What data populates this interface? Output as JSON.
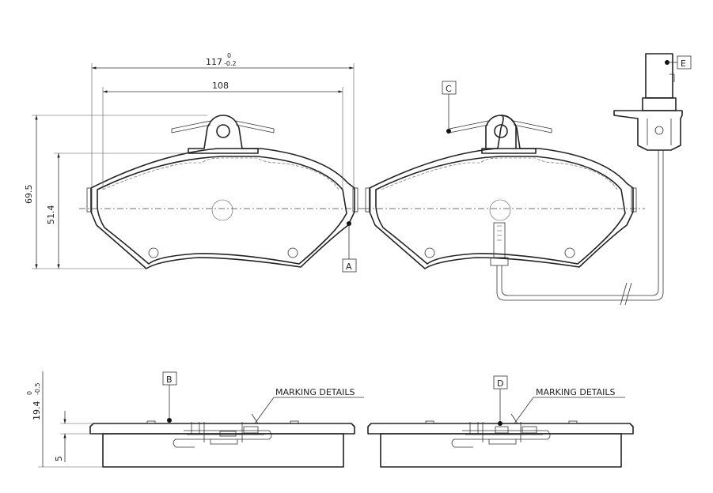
{
  "dimensions": {
    "overall_width": "117",
    "overall_width_tol_upper": "0",
    "overall_width_tol_lower": "-0.2",
    "inner_width": "108",
    "overall_height": "69.5",
    "inner_height": "51.4",
    "thickness": "19.4",
    "thickness_tol_upper": "0",
    "thickness_tol_lower": "-0.5",
    "backplate": "5"
  },
  "callouts": {
    "a": "A",
    "b": "B",
    "c": "C",
    "d": "D",
    "e": "E"
  },
  "marking_left": "MARKING  DETAILS",
  "marking_right": "MARKING  DETAILS"
}
